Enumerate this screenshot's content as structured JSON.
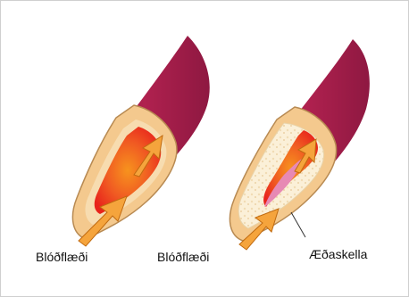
{
  "labels": {
    "left_flow": "Blóðflæði",
    "right_flow": "Blóðflæði",
    "plaque": "Æðaskella"
  },
  "colors": {
    "vessel_outer": "#b0214f",
    "vessel_outer_dark": "#7d1238",
    "wall_tan": "#f4c98e",
    "wall_inner": "#f7dcb0",
    "lumen_red": "#e8231c",
    "lumen_orange": "#f7931e",
    "arrow": "#f5a43c",
    "arrow_outline": "#c06a10",
    "plaque": "#fbf0d8",
    "plaque_pink": "#e789b4",
    "text": "#111111",
    "border": "#cfcfcf"
  }
}
